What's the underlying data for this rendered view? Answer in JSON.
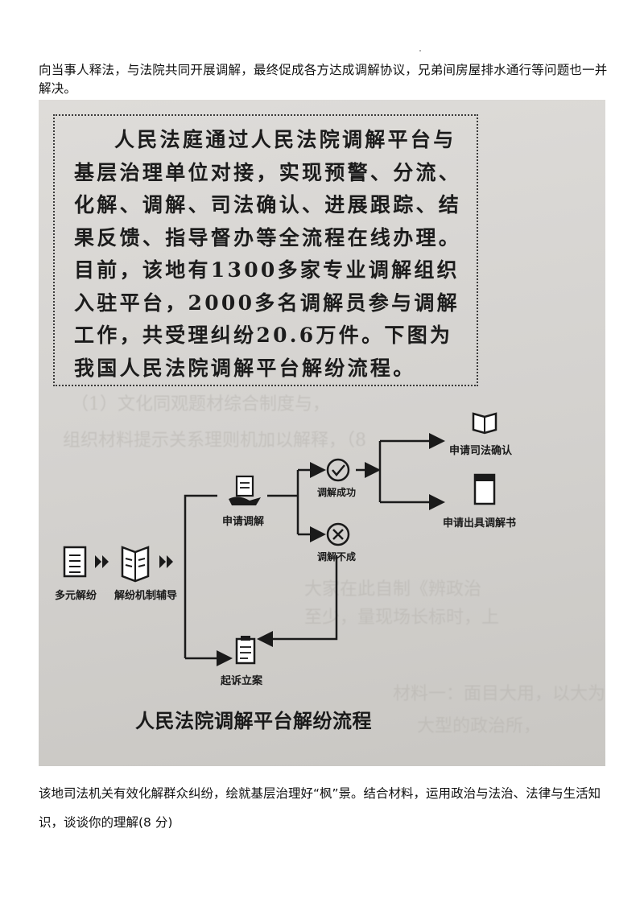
{
  "intro_paragraph": "向当事人释法，与法院共同开展调解，最终促成各方达成调解协议，兄弟间房屋排水通行等问题也一并解决。",
  "boxed_text": "人民法庭通过人民法院调解平台与基层治理单位对接，实现预警、分流、化解、调解、司法确认、进展跟踪、结果反馈、指导督办等全流程在线办理。目前，该地有1300多家专业调解组织入驻平台，2000多名调解员参与调解工作，共受理纠纷20.6万件。下图为我国人民法院调解平台解纷流程。",
  "flow": {
    "node_multi": "多元解纷",
    "node_guide": "解纷机制辅导",
    "node_apply": "申请调解",
    "node_success": "调解成功",
    "node_fail": "调解不成",
    "node_confirm": "申请司法确认",
    "node_document": "申请出具调解书",
    "node_lawsuit": "起诉立案"
  },
  "figure_caption": "人民法院调解平台解纷流程",
  "question_text": "该地司法机关有效化解群众纠纷，绘就基层治理好“枫”景。结合材料，运用政治与法治、法律与生活知识，谈谈你的理解(8 分)"
}
